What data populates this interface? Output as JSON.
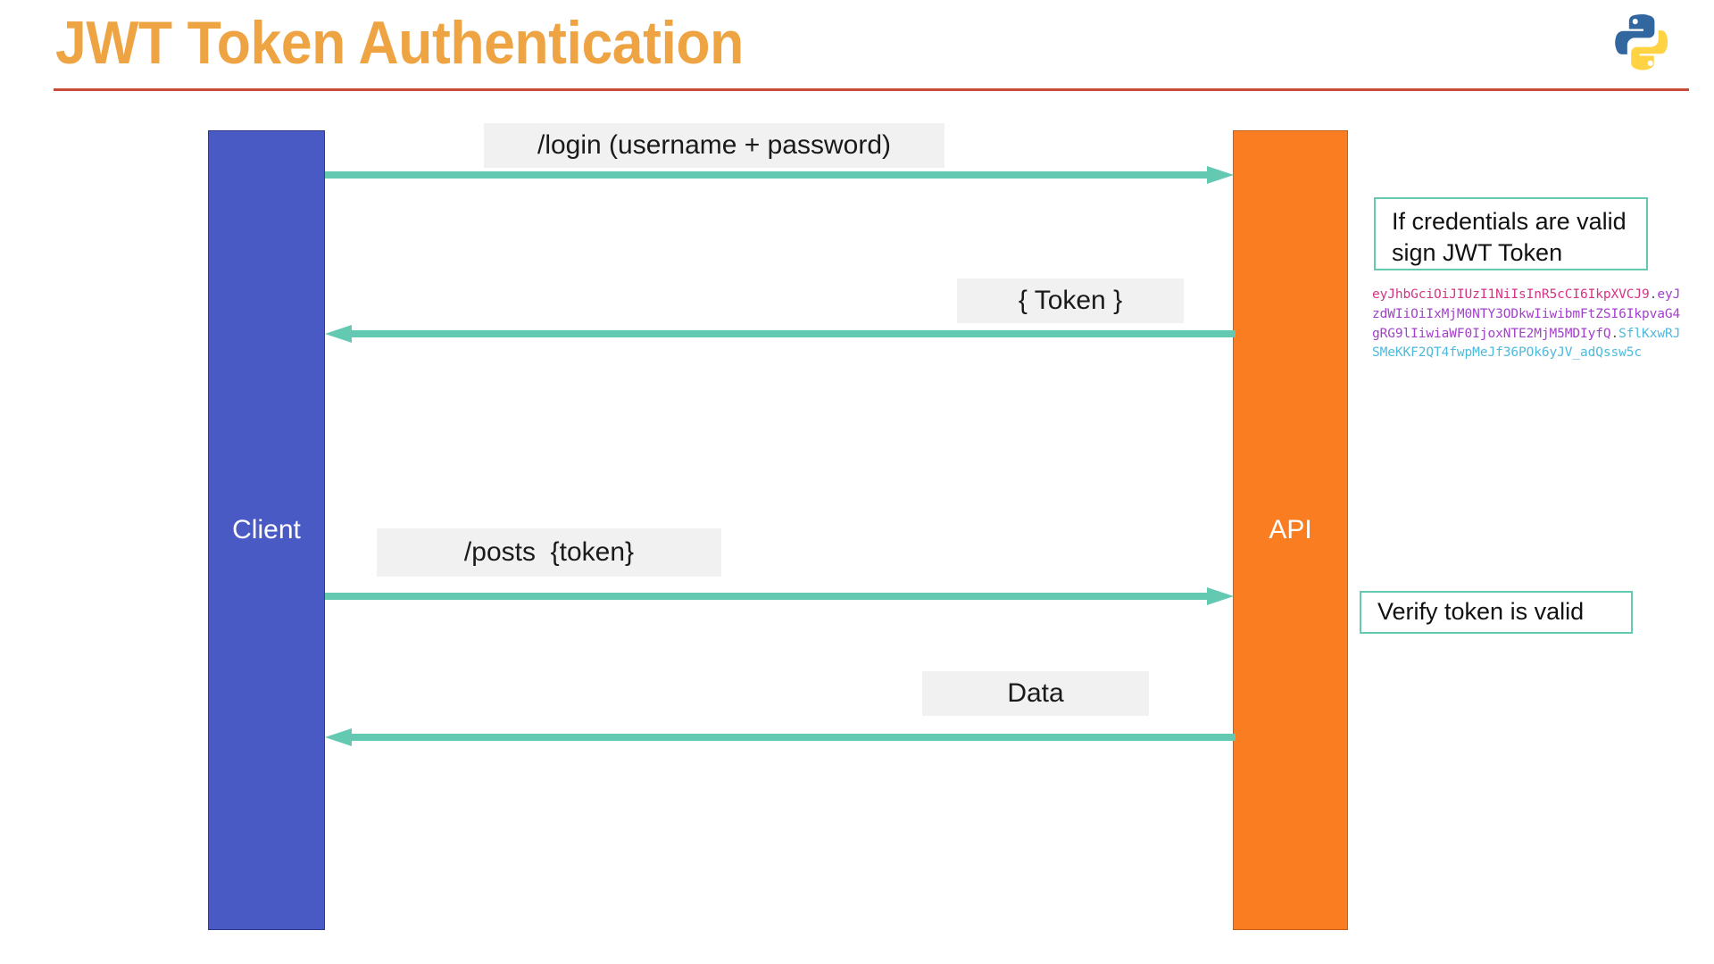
{
  "header": {
    "title": "JWT Token Authentication",
    "title_color": "#EFA444",
    "rule_color": "#C94A3B",
    "logo": "python-logo"
  },
  "diagram": {
    "type": "sequence-diagram",
    "lifelines": [
      {
        "id": "client",
        "label": "Client",
        "color": "#4A5AC4",
        "text_color": "#ffffff"
      },
      {
        "id": "api",
        "label": "API",
        "color": "#FA7D21",
        "text_color": "#ffffff"
      }
    ],
    "arrow_color": "#63C9B0",
    "messages": [
      {
        "id": "login",
        "label": "/login (username + password)",
        "direction": "client-to-api"
      },
      {
        "id": "token",
        "label": "{ Token }",
        "direction": "api-to-client"
      },
      {
        "id": "posts",
        "label": "/posts  {token}",
        "direction": "client-to-api"
      },
      {
        "id": "data",
        "label": "Data",
        "direction": "api-to-client"
      }
    ],
    "notes": [
      {
        "id": "sign-note",
        "line1": "If credentials are valid",
        "line2": "sign JWT Token",
        "border_color": "#63C9B0"
      },
      {
        "id": "verify-note",
        "line1": "Verify token is valid",
        "line2": "",
        "border_color": "#63C9B0"
      }
    ],
    "jwt": {
      "header_segment": "eyJhbGciOiJIUzI1NiIsInR5cCI6IkpXVCJ9",
      "payload_segment": "eyJzdWIiOiIxMjM0NTY3ODkwIiwibmFtZSI6IkpvaG4gRG9lIiwiaWF0IjoxNTE2MjM5MDIyfQ",
      "signature_segment": "SflKxwRJSMeKKF2QT4fwpMeJf36POk6yJV_adQssw5c",
      "separator": ".",
      "header_color": "#D63384",
      "payload_color": "#A23FCB",
      "signature_color": "#4FB9DC"
    }
  }
}
